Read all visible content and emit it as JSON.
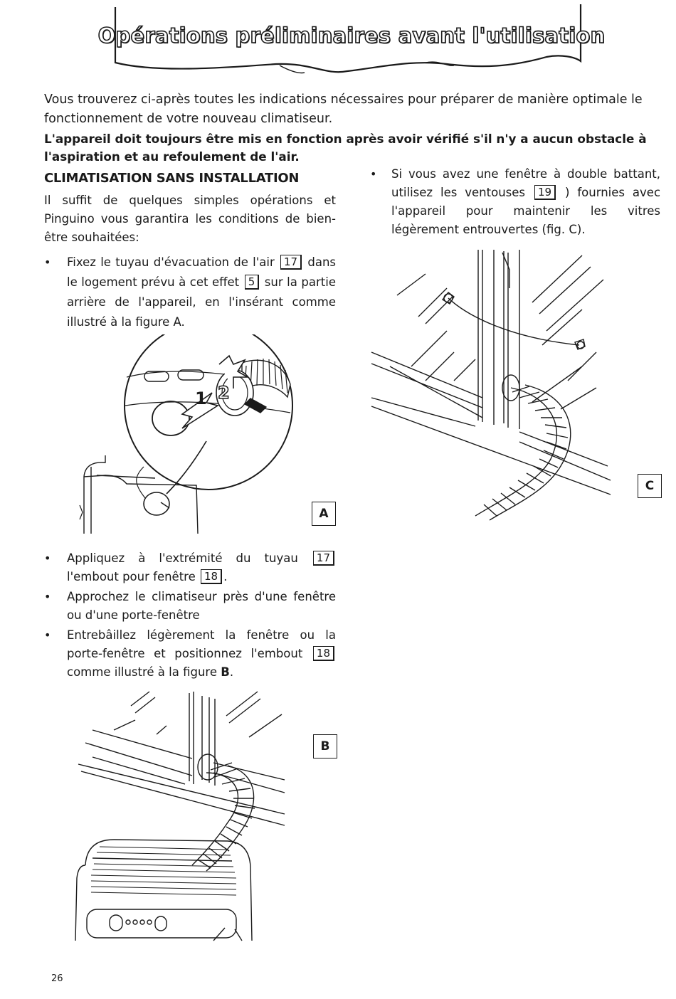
{
  "header": {
    "title": "Opérations préliminaires avant l'utilisation"
  },
  "intro": {
    "line1": "Vous trouverez ci-après toutes les indications nécessaires pour préparer de manière optimale le fonctionnement de votre nouveau climatiseur.",
    "warning": "L'appareil doit toujours être mis en fonction après avoir vérifié s'il n'y a aucun obstacle à l'aspiration et au refoulement de l'air."
  },
  "section": {
    "title": "CLIMATISATION SANS INSTALLATION",
    "lead": "Il suffit de quelques simples opérations et Pinguino vous garantira les conditions de bien-être souhaitées:"
  },
  "steps": {
    "s1": {
      "a": "Fixez le tuyau d'évacuation de l'air",
      "ref1": "17",
      "b": "dans le logement prévu à cet effet",
      "ref2": "5",
      "c": "sur la partie arrière de l'appareil, en l'insérant comme illustré à la figure A."
    },
    "s2": {
      "a": "Appliquez à l'extrémité du tuyau",
      "ref1": "17",
      "b": "l'embout pour fenêtre",
      "ref2": "18",
      "c": "."
    },
    "s3": {
      "a": "Approchez le climatiseur près d'une fenêtre ou d'une porte-fenêtre"
    },
    "s4": {
      "a": "Entrebâillez légèrement la fenêtre ou la porte-fenêtre et positionnez l'embout",
      "ref1": "18",
      "b": "comme illustré à la figure",
      "fig": "B",
      "c": "."
    },
    "s5": {
      "a": "Si vous avez une fenêtre à double battant, utilisez les ventouses",
      "ref1": "19",
      "b": ") fournies avec l'appareil pour maintenir les vitres légèrement entrouvertes (fig. C)."
    }
  },
  "figures": {
    "a": {
      "label": "A",
      "arrow1": "1",
      "arrow2": "2"
    },
    "b": {
      "label": "B"
    },
    "c": {
      "label": "C"
    }
  },
  "page": {
    "number": "26"
  }
}
